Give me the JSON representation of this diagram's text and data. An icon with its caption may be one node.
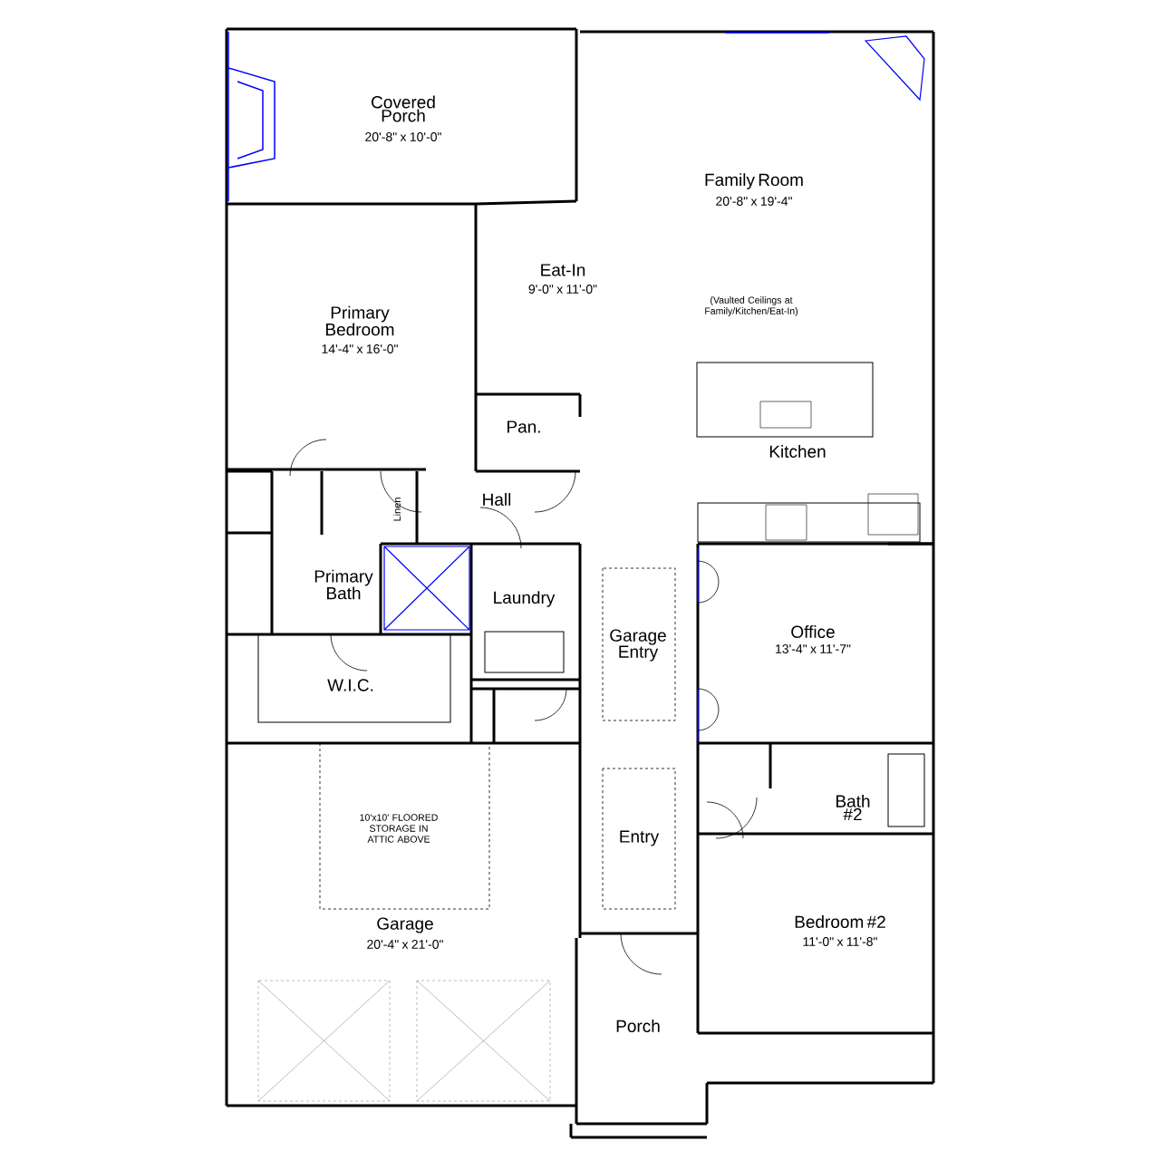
{
  "diagram": {
    "labels": [
      "Covered Porch",
      "20'-8\" x 10'-0\"",
      "Family Room",
      "20'-8\" x 19'-4\"",
      "Eat-In",
      "9'-0\" x 11'-0\"",
      "(Vaulted Ceilings at Family/Kitchen/Eat-In)",
      "Primary Bedroom",
      "14'-4\" x 16'-0\"",
      "Pan.",
      "Kitchen",
      "Hall",
      "Linen",
      "Primary Bath",
      "Laundry",
      "Garage Entry",
      "Office",
      "13'-4\" x 11'-7\"",
      "W.I.C.",
      "Bath #2",
      "10'x10' FLOORED STORAGE IN ATTIC ABOVE",
      "Entry",
      "Bedroom #2",
      "11'-0\" x 11'-8\"",
      "Garage",
      "20'-4\" x 21'-0\"",
      "Porch"
    ]
  }
}
